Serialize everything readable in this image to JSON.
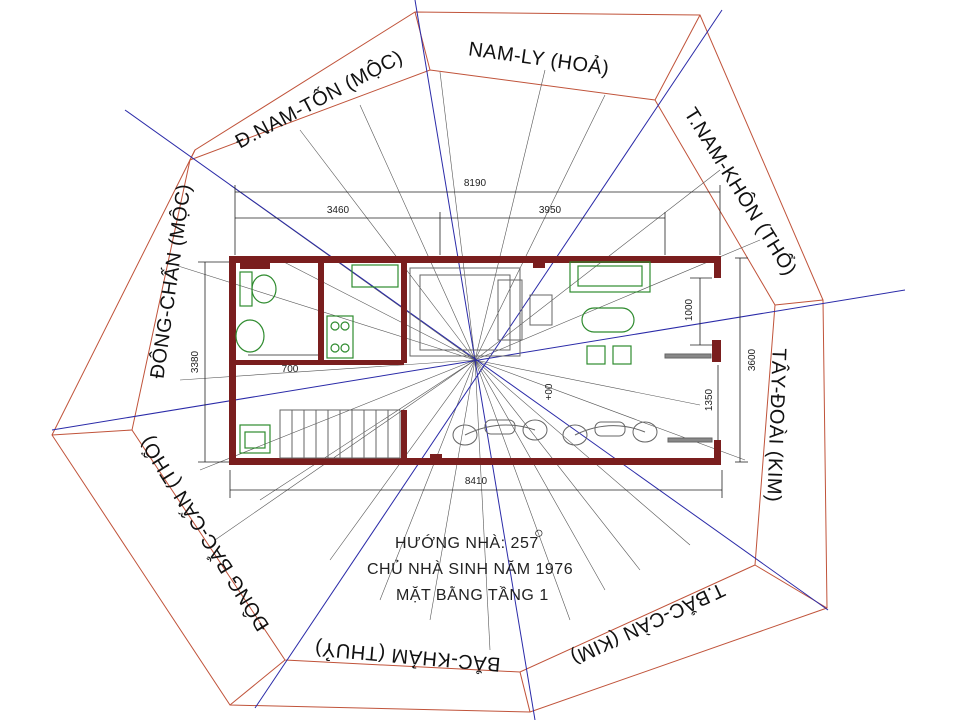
{
  "directions": [
    {
      "key": "n",
      "label": "NAM-LY (HOẢ)"
    },
    {
      "key": "ne",
      "label": "T.NAM-KHÔN (THỔ)"
    },
    {
      "key": "e",
      "label": "TÂY-ĐOÀI (KIM)"
    },
    {
      "key": "se",
      "label": "T.BẮC-CÀN (KIM)"
    },
    {
      "key": "s",
      "label": "BẮC-KHẢM (THUỶ)"
    },
    {
      "key": "sw",
      "label": "ĐÔNG BẮC-CẤN (THỔ)"
    },
    {
      "key": "w",
      "label": "ĐÔNG-CHẤN (MỘC)"
    },
    {
      "key": "nw",
      "label": "Đ.NAM-TỐN (MỘC)"
    }
  ],
  "dimensions": {
    "total_top": "8190",
    "top_left": "3460",
    "top_right": "3950",
    "left_height": "3380",
    "inner_width": "700",
    "stair_span": "1000",
    "right_height": "3600",
    "right_lower": "1350",
    "total_bottom": "8410",
    "stair_mark": "+00"
  },
  "notes": {
    "orientation": "HƯỚNG NHÀ: 257",
    "orientation_symbol": "○",
    "owner_birth": "CHỦ NHÀ SINH NĂM 1976",
    "floor": "MẶT BẰNG TẦNG 1"
  },
  "colors": {
    "octagon": "#c0533a",
    "axis": "#2a2aa8",
    "wall": "#7a1e1e",
    "fixture": "#2e8b2e",
    "rays": "#555555"
  }
}
